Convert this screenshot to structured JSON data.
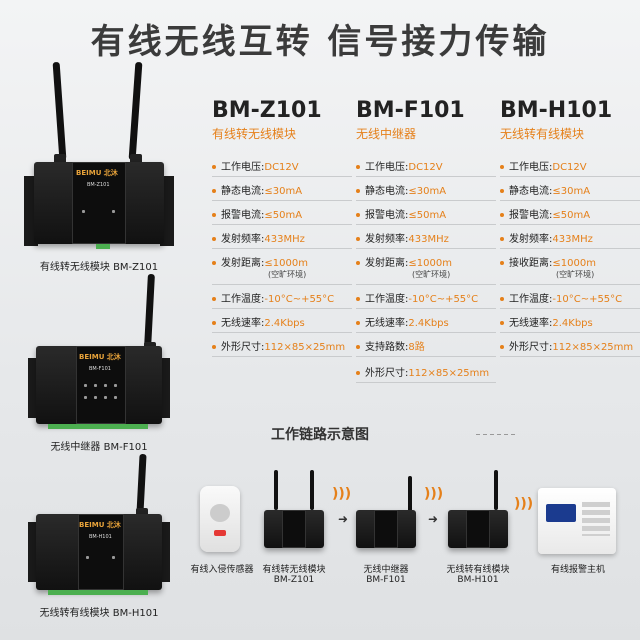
{
  "headline": "有线无线互转  信号接力传输",
  "brand": "BEIMU 北沐",
  "devices": {
    "z101": {
      "panel_model": "BM-Z101",
      "caption": "有线转无线模块 BM-Z101"
    },
    "f101": {
      "panel_model": "BM-F101",
      "caption": "无线中继器 BM-F101"
    },
    "h101": {
      "panel_model": "BM-H101",
      "caption": "无线转有线模块 BM-H101"
    }
  },
  "columns": [
    {
      "model": "BM-Z101",
      "subtitle": "有线转无线模块",
      "specs": [
        {
          "label": "工作电压:",
          "value": "DC12V"
        },
        {
          "label": "静态电流:",
          "value": "≤30mA"
        },
        {
          "label": "报警电流:",
          "value": "≤50mA"
        },
        {
          "label": "发射频率:",
          "value": "433MHz"
        },
        {
          "label": "发射距离:",
          "value": "≤1000m",
          "note": "(空旷环境)"
        },
        {
          "label": "工作温度:",
          "value": "-10°C~+55°C"
        },
        {
          "label": "无线速率:",
          "value": "2.4Kbps"
        },
        {
          "label": "外形尺寸:",
          "value": "112×85×25mm"
        }
      ]
    },
    {
      "model": "BM-F101",
      "subtitle": "无线中继器",
      "specs": [
        {
          "label": "工作电压:",
          "value": "DC12V"
        },
        {
          "label": "静态电流:",
          "value": "≤30mA"
        },
        {
          "label": "报警电流:",
          "value": "≤50mA"
        },
        {
          "label": "发射频率:",
          "value": "433MHz"
        },
        {
          "label": "发射距离:",
          "value": "≤1000m",
          "note": "(空旷环境)"
        },
        {
          "label": "工作温度:",
          "value": "-10°C~+55°C"
        },
        {
          "label": "无线速率:",
          "value": "2.4Kbps"
        },
        {
          "label": "支持路数:",
          "value": "8路"
        },
        {
          "label": "外形尺寸:",
          "value": "112×85×25mm"
        }
      ]
    },
    {
      "model": "BM-H101",
      "subtitle": "无线转有线模块",
      "specs": [
        {
          "label": "工作电压:",
          "value": "DC12V"
        },
        {
          "label": "静态电流:",
          "value": "≤30mA"
        },
        {
          "label": "报警电流:",
          "value": "≤50mA"
        },
        {
          "label": "发射频率:",
          "value": "433MHz"
        },
        {
          "label": "接收距离:",
          "value": "≤1000m",
          "note": "(空旷环境)"
        },
        {
          "label": "工作温度:",
          "value": "-10°C~+55°C"
        },
        {
          "label": "无线速率:",
          "value": "2.4Kbps"
        },
        {
          "label": "外形尺寸:",
          "value": "112×85×25mm"
        }
      ]
    }
  ],
  "diagram": {
    "title": "工作链路示意图",
    "nodes": [
      {
        "label": "有线入侵传感器"
      },
      {
        "label": "有线转无线模块",
        "label2": "BM-Z101"
      },
      {
        "label": "无线中继器",
        "label2": "BM-F101"
      },
      {
        "label": "无线转有线模块",
        "label2": "BM-H101"
      },
      {
        "label": "有线报警主机"
      }
    ]
  },
  "colors": {
    "accent": "#e5801a",
    "headline": "#3b3b3b"
  }
}
